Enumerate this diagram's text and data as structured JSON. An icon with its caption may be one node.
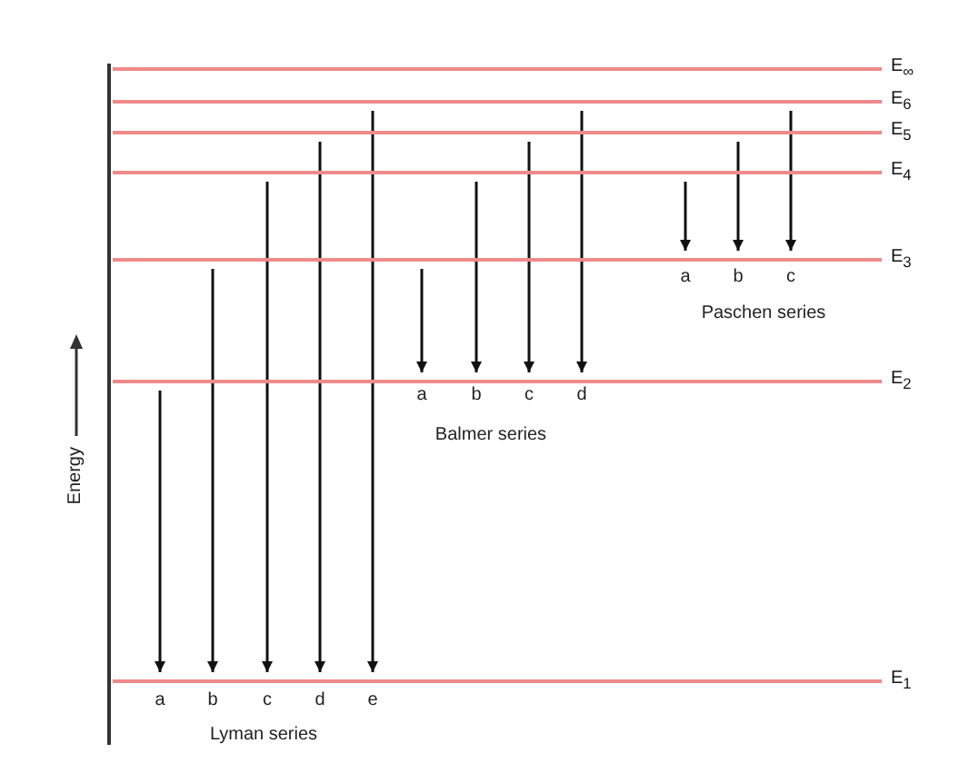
{
  "diagram": {
    "nodes": [
      {
        "text": [
          "E$_{∞}$"
        ]
      },
      {
        "text": [
          "E$_{6}$"
        ]
      },
      {
        "text": [
          "E$_{5}$"
        ]
      },
      {
        "text": [
          "E$_{4}$"
        ]
      },
      {
        "text": [
          "E$_{3}$"
        ]
      },
      {
        "text": [
          "E$_{2}$"
        ]
      },
      {
        "text": [
          "E$_{1}$"
        ]
      }
    ],
    "edges": [
      {
        "from": 5,
        "to": 6,
        "arrow": "to"
      },
      {
        "from": 4,
        "to": 6,
        "arrow": "to"
      },
      {
        "from": 3,
        "to": 6,
        "arrow": "to"
      },
      {
        "from": 2,
        "to": 6,
        "arrow": "to"
      },
      {
        "from": 1,
        "to": 6,
        "arrow": "to"
      },
      {
        "from": 4,
        "to": 5,
        "arrow": "to"
      },
      {
        "from": 3,
        "to": 5,
        "arrow": "to"
      },
      {
        "from": 2,
        "to": 5,
        "arrow": "to"
      },
      {
        "from": 1,
        "to": 5,
        "arrow": "to"
      },
      {
        "from": 3,
        "to": 4,
        "arrow": "to"
      },
      {
        "from": 2,
        "to": 4,
        "arrow": "to"
      },
      {
        "from": 1,
        "to": 4,
        "arrow": "to"
      }
    ],
    "labels": [
      "a",
      "b",
      "c",
      "Paschen series",
      "a",
      "b",
      "c",
      "d",
      "Balmer series",
      "Energy",
      "a",
      "b",
      "c",
      "d",
      "e",
      "Lyman series"
    ]
  }
}
